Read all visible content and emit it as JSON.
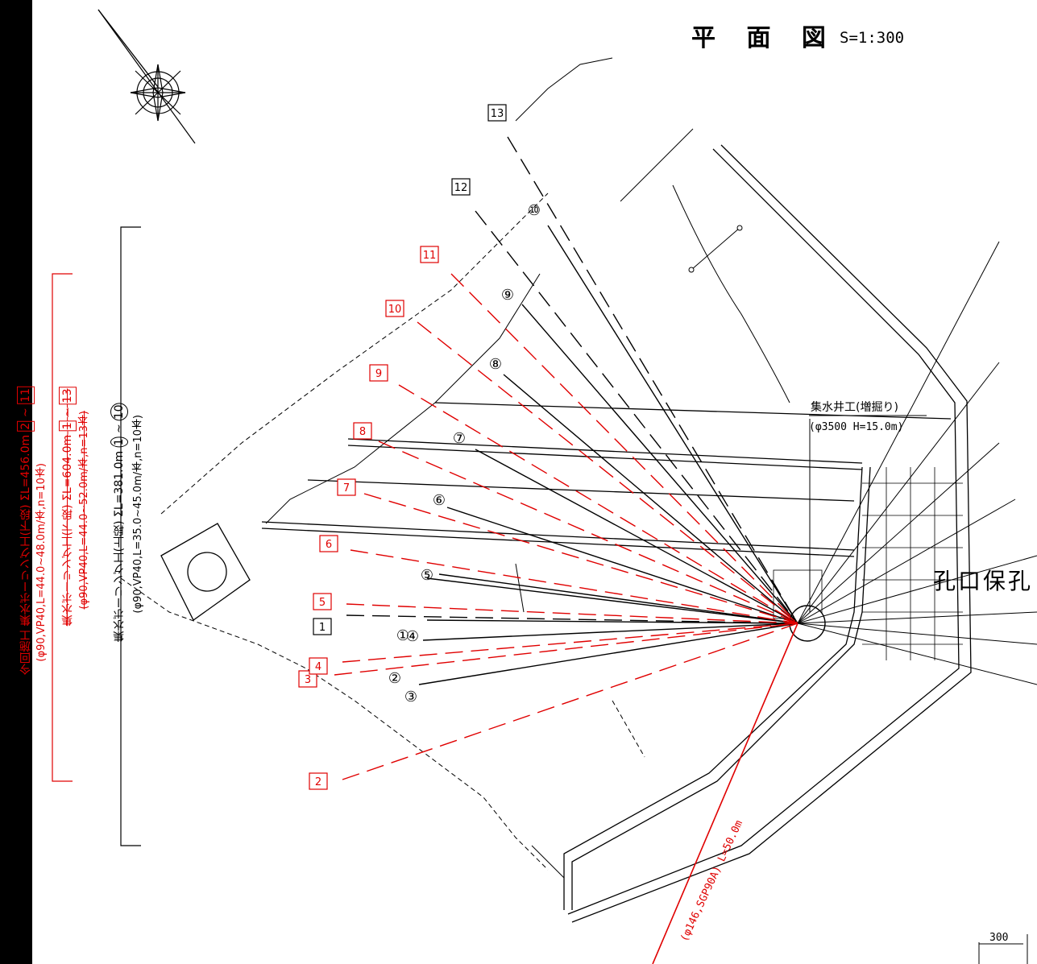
{
  "drawing": {
    "title": "平 面 図",
    "scale": "S=1:300",
    "well_label": "集水井工(増掘り)",
    "well_spec": "(φ3500 H=15.0m)",
    "pipe_label": "(φ146,SGP90A) L=50.0m",
    "right_cut_text": "孔口保孔",
    "dim_300": "300"
  },
  "legend": {
    "current_title": "今回施工 集水ボーリング工(下段) ΣL=456.0m",
    "current_from": "2",
    "current_to": "11",
    "current_spec": "(φ90,VP40,L=44.0~48.0m/本,n=10本)",
    "lower_title": "集水ボーリング工(下段) ΣL=604.0m",
    "lower_from": "1",
    "lower_to": "13",
    "lower_spec": "(φ90,VP40,L=44.0~52.0m/本,n=13本)",
    "upper_title": "集水ボーリング工(上段) ΣL=381.0m",
    "upper_from": "1",
    "upper_to": "10",
    "upper_spec": "(φ90,VP40,L=35.0~45.0m/本,n=10本)",
    "tilde": "~"
  },
  "upper_labels": [
    "①",
    "②",
    "③",
    "④",
    "⑤",
    "⑥",
    "⑦",
    "⑧",
    "⑨",
    "⑩"
  ],
  "lower_black_labels": [
    "1",
    "12",
    "13"
  ],
  "lower_red_labels": [
    "2",
    "3",
    "4",
    "5",
    "6",
    "7",
    "8",
    "9",
    "10",
    "11"
  ],
  "colors": {
    "red": "#e00000",
    "line": "#000000",
    "background": "#ffffff"
  }
}
